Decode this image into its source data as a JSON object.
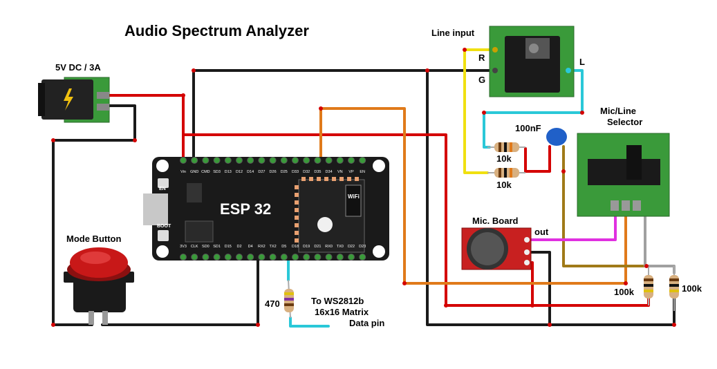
{
  "title": "Audio Spectrum Analyzer",
  "power": {
    "label": "5V DC / 3A"
  },
  "mode_button": {
    "label": "Mode Button"
  },
  "esp32": {
    "label": "ESP 32",
    "top_pins": [
      "Vin",
      "GND",
      "CMD",
      "SD3",
      "D13",
      "D12",
      "D14",
      "D27",
      "D26",
      "D25",
      "D33",
      "D32",
      "D35",
      "D34",
      "VN",
      "VP",
      "EN"
    ],
    "bottom_pins": [
      "3V3",
      "CLK",
      "SD0",
      "SD1",
      "D15",
      "D2",
      "D4",
      "RX2",
      "TX2",
      "D5",
      "D18",
      "D19",
      "D21",
      "RX0",
      "TX0",
      "D22",
      "D23"
    ],
    "en_label": "EN",
    "boot_label": "BOOT",
    "wifi_label": "WiFi"
  },
  "line_input": {
    "label": "Line input",
    "r": "R",
    "g": "G",
    "l": "L"
  },
  "capacitor": {
    "label": "100nF"
  },
  "resistors": {
    "r1": "10k",
    "r2": "10k",
    "r3": "470",
    "r4": "100k",
    "r5": "100k"
  },
  "selector": {
    "label_line1": "Mic/Line",
    "label_line2": "Selector"
  },
  "mic": {
    "label": "Mic. Board",
    "out": "out"
  },
  "led_note": {
    "line1": "To WS2812b",
    "line2": "16x16 Matrix",
    "line3": "Data pin"
  },
  "colors": {
    "wire_black": "#1a1a1a",
    "wire_red": "#d40000",
    "wire_orange": "#e07a1a",
    "wire_yellow": "#f0e010",
    "wire_cyan": "#2ac8d8",
    "wire_magenta": "#e030e0",
    "wire_olive": "#a07a18",
    "wire_grey": "#a0a0a0",
    "pcb_green": "#3a9a3a",
    "esp_body": "#1a1a1a",
    "mic_red": "#c82020"
  }
}
